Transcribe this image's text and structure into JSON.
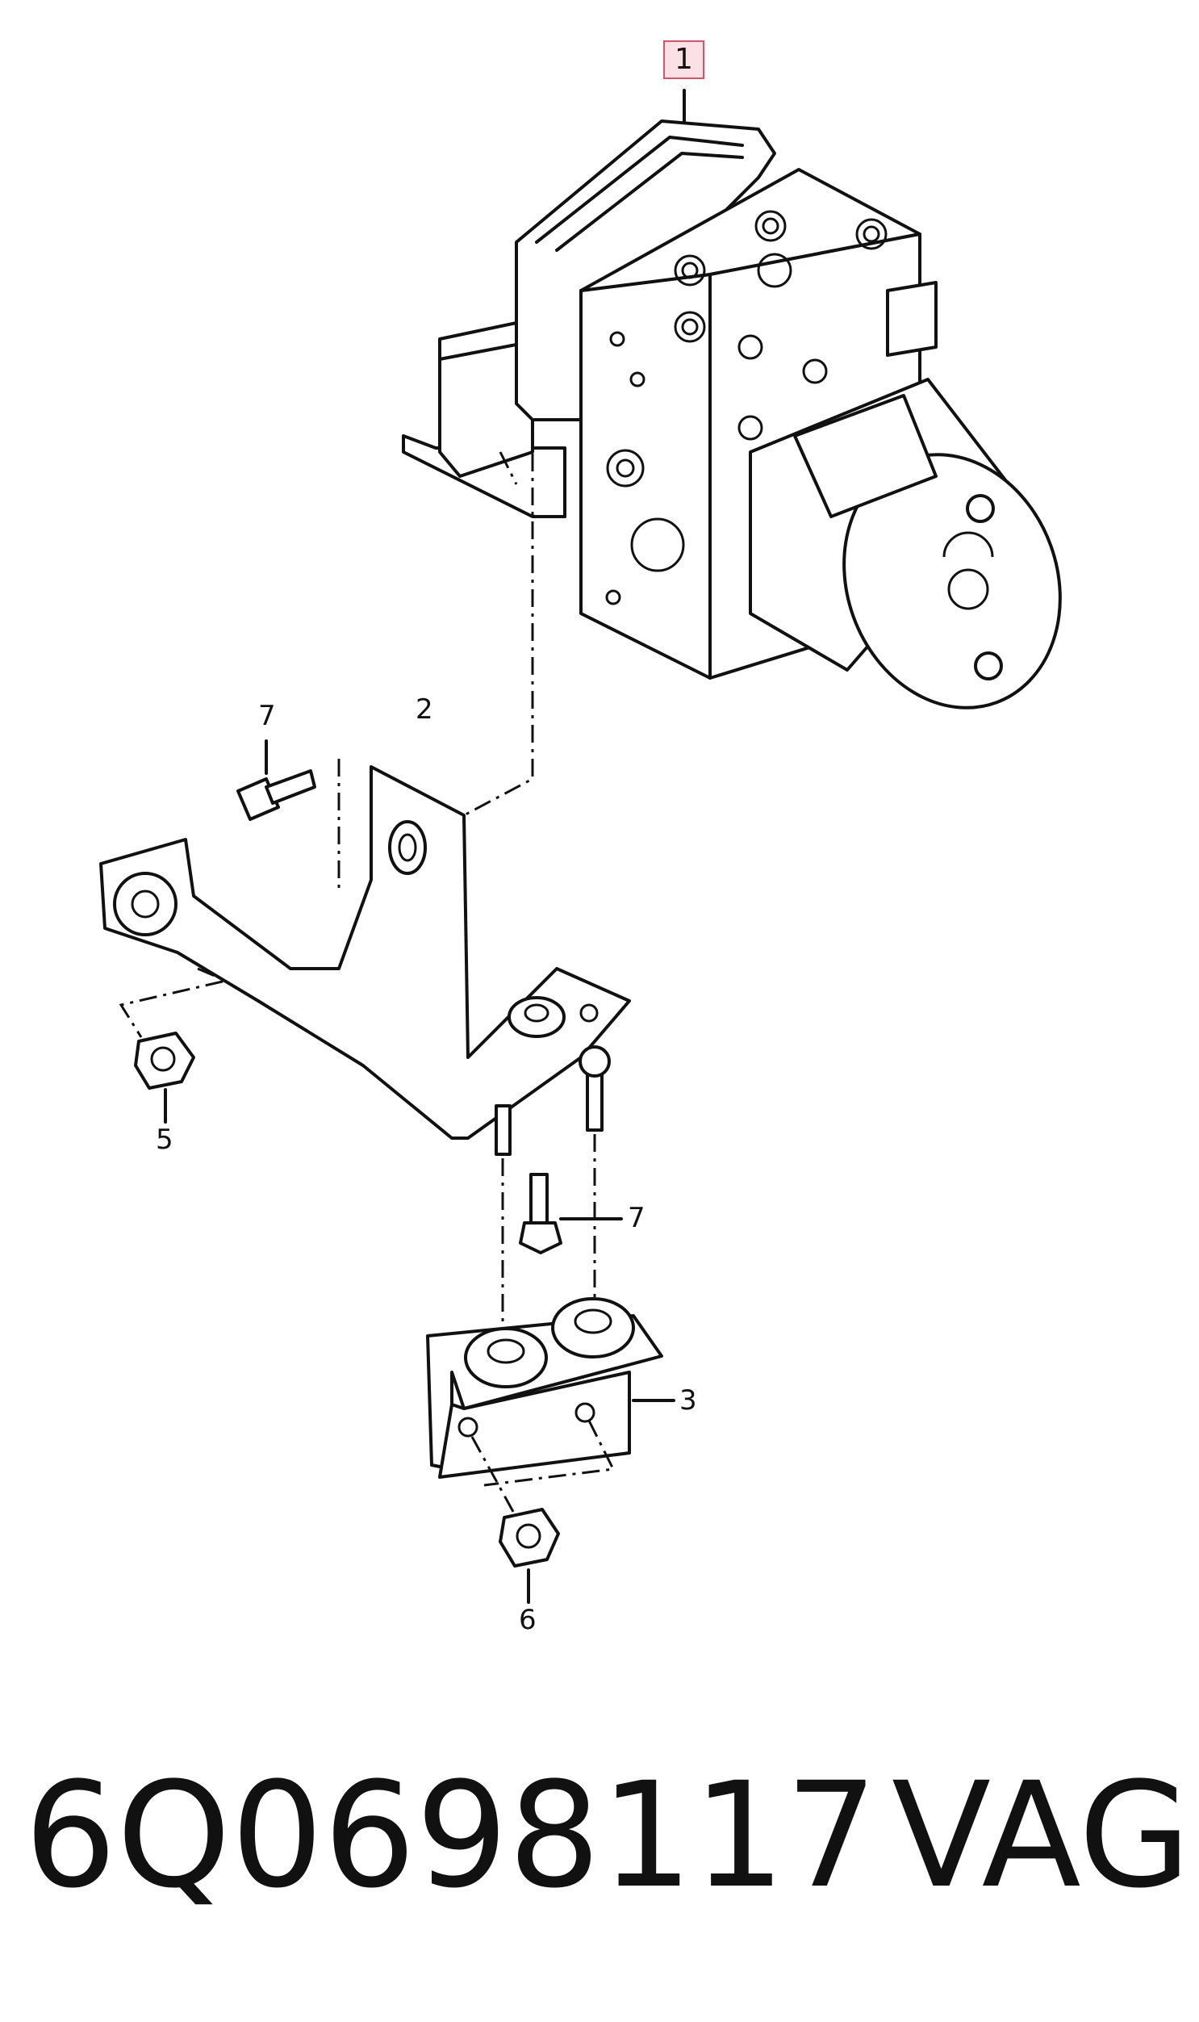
{
  "callouts": {
    "c1": "1",
    "c2": "2",
    "c3": "3",
    "c5": "5",
    "c6": "6",
    "c7a": "7",
    "c7b": "7"
  },
  "footer": {
    "part_number": "6Q0698117",
    "brand": "VAG"
  },
  "colors": {
    "highlight_border": "#d9546a",
    "highlight_fill": "#fbe1e5",
    "ink": "#111111"
  }
}
